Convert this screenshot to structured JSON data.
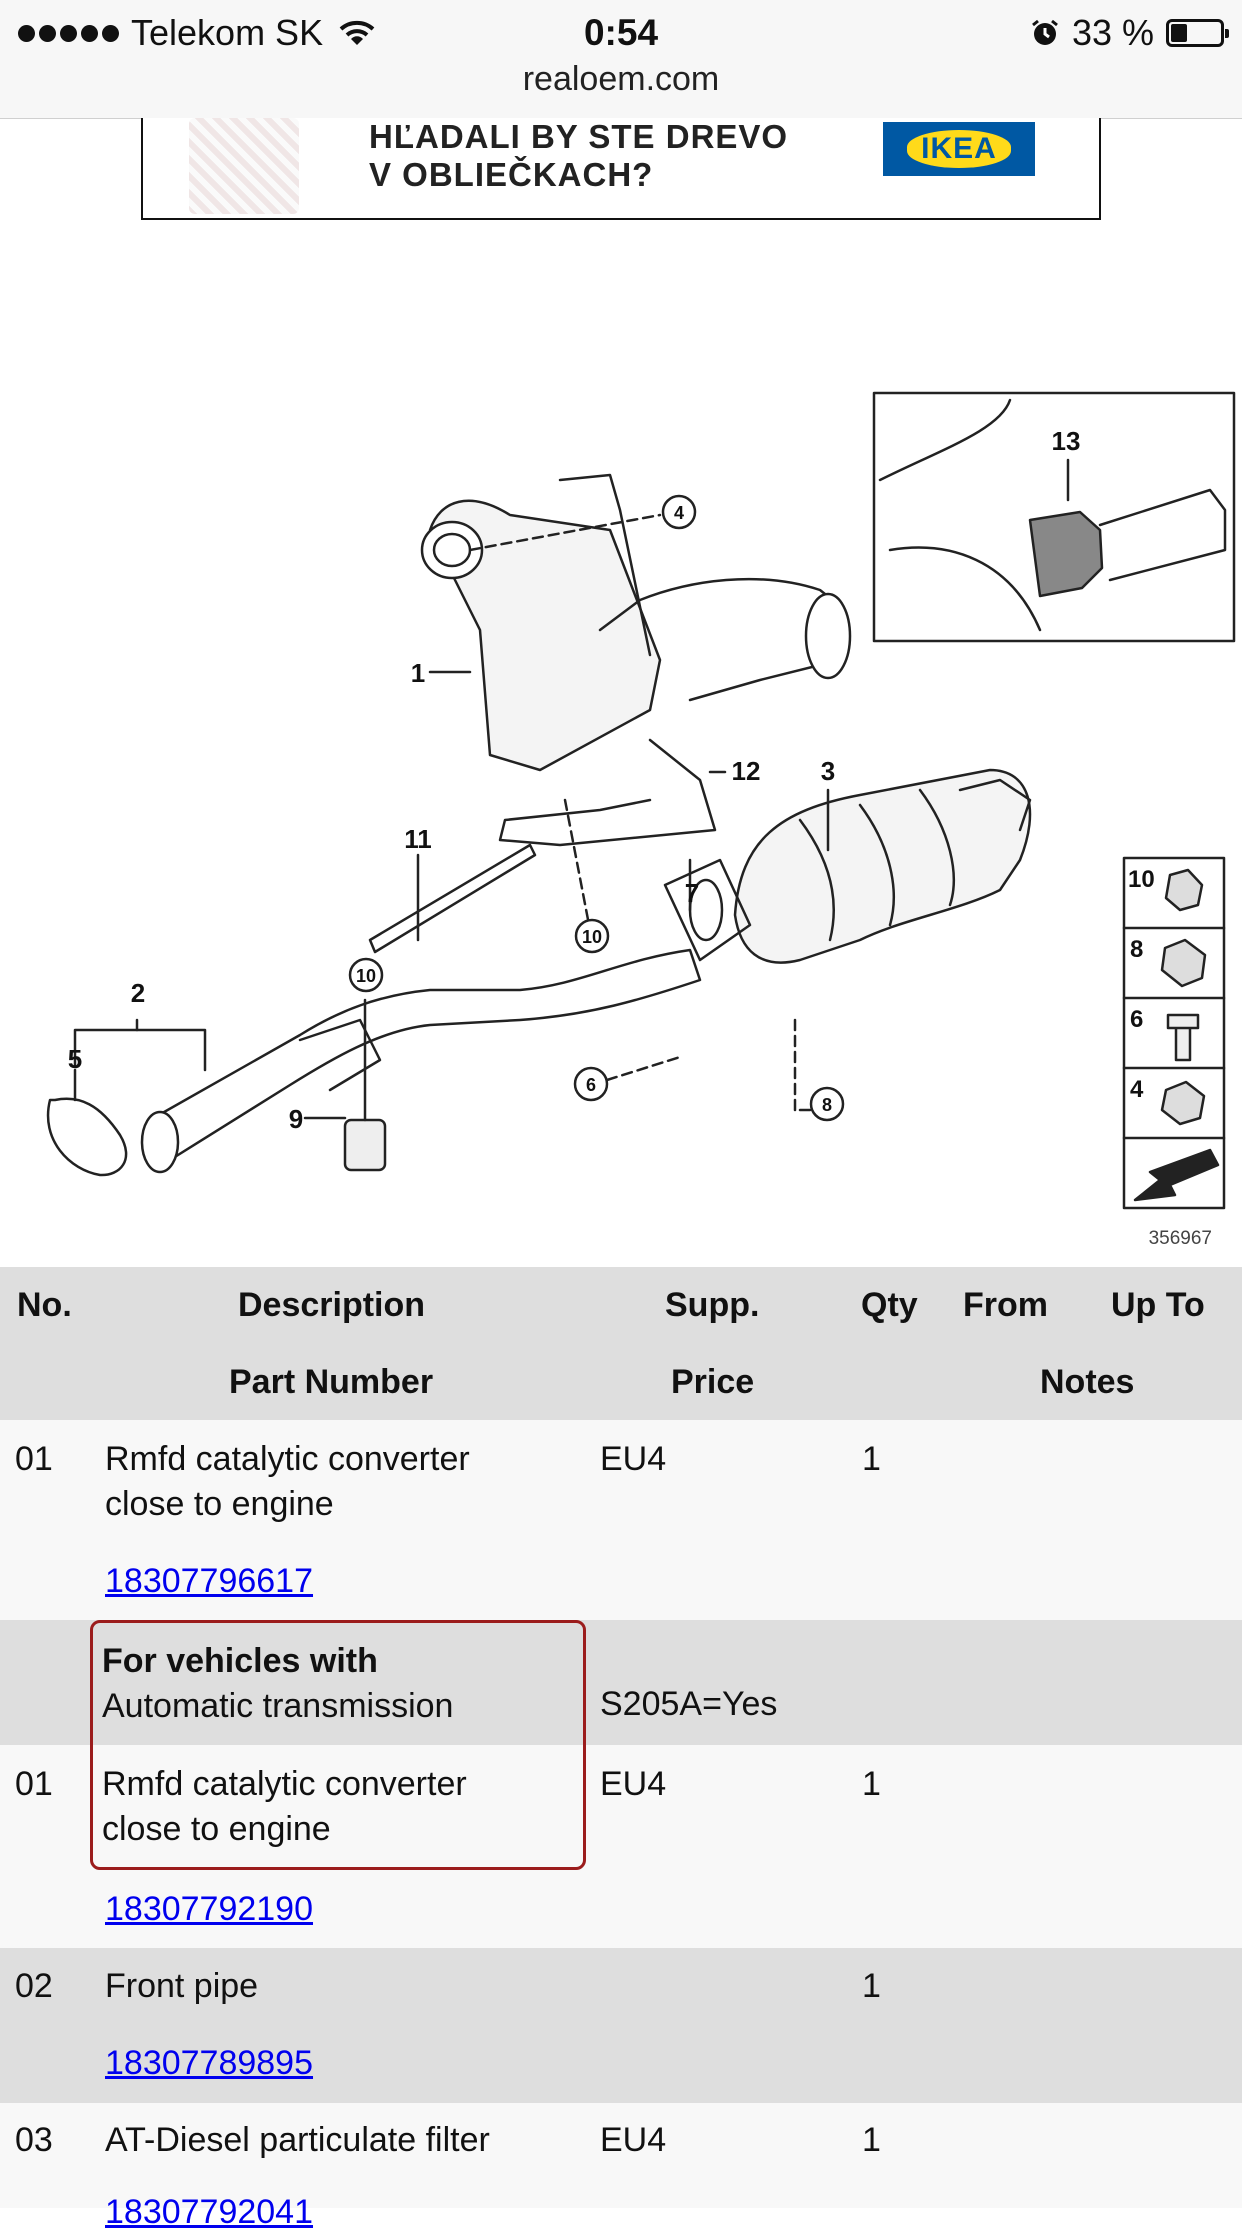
{
  "status_bar": {
    "carrier": "Telekom SK",
    "time": "0:54",
    "battery": "33 %",
    "battery_level": 0.33
  },
  "browser": {
    "url": "realoem.com"
  },
  "ad": {
    "line1": "HĽADALI BY STE DREVO",
    "line2": "V OBLIEČKACH?",
    "brand": "IKEA"
  },
  "diagram": {
    "callouts": [
      "1",
      "2",
      "3",
      "4",
      "5",
      "6",
      "7",
      "8",
      "9",
      "10",
      "10",
      "11",
      "12",
      "13"
    ],
    "fastener_legend": [
      "10",
      "8",
      "6",
      "4"
    ],
    "image_number": "356967"
  },
  "table": {
    "headers": {
      "no": "No.",
      "description": "Description",
      "supp": "Supp.",
      "qty": "Qty",
      "from": "From",
      "up_to": "Up To",
      "part_number": "Part Number",
      "price": "Price",
      "notes": "Notes"
    },
    "rows": [
      {
        "no": "01",
        "desc1": "Rmfd catalytic converter",
        "desc2": "close to engine",
        "supp": "EU4",
        "qty": "1",
        "part_number": "18307796617"
      },
      {
        "condition_title": "For vehicles with",
        "condition_text": "Automatic transmission",
        "condition_code": "S205A=Yes"
      },
      {
        "no": "01",
        "desc1": "Rmfd catalytic converter",
        "desc2": "close to engine",
        "supp": "EU4",
        "qty": "1",
        "part_number": "18307792190"
      },
      {
        "no": "02",
        "desc1": "Front pipe",
        "supp": "",
        "qty": "1",
        "part_number": "18307789895"
      },
      {
        "no": "03",
        "desc1": "AT-Diesel particulate filter",
        "supp": "EU4",
        "qty": "1",
        "part_number": "18307792041"
      }
    ]
  }
}
